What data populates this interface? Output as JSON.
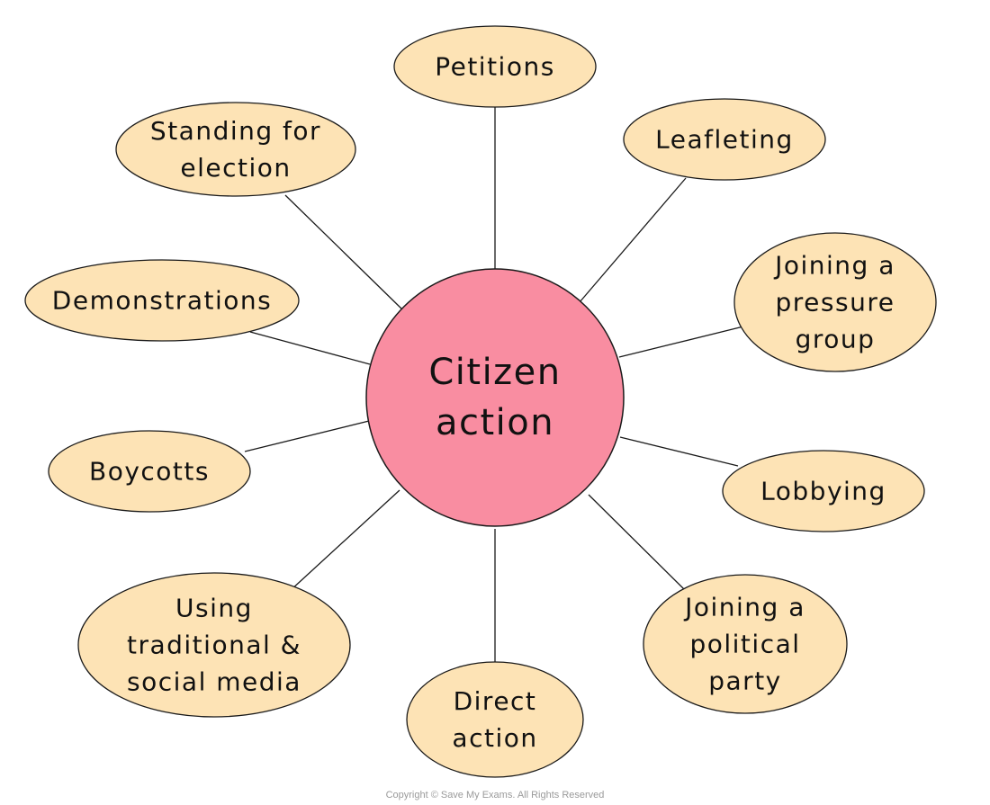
{
  "center": {
    "lines": [
      "Citizen",
      "action"
    ]
  },
  "nodes": [
    {
      "id": "petitions",
      "lines": [
        "Petitions"
      ]
    },
    {
      "id": "leafleting",
      "lines": [
        "Leafleting"
      ]
    },
    {
      "id": "joining-pressure-group",
      "lines": [
        "Joining a",
        "pressure",
        "group"
      ]
    },
    {
      "id": "lobbying",
      "lines": [
        "Lobbying"
      ]
    },
    {
      "id": "joining-political-party",
      "lines": [
        "Joining a",
        "political",
        "party"
      ]
    },
    {
      "id": "direct-action",
      "lines": [
        "Direct",
        "action"
      ]
    },
    {
      "id": "using-media",
      "lines": [
        "Using",
        "traditional &",
        "social media"
      ]
    },
    {
      "id": "boycotts",
      "lines": [
        "Boycotts"
      ]
    },
    {
      "id": "demonstrations",
      "lines": [
        "Demonstrations"
      ]
    },
    {
      "id": "standing-for-election",
      "lines": [
        "Standing for",
        "election"
      ]
    }
  ],
  "colors": {
    "center_fill": "#f98da1",
    "node_fill": "#fde3b5",
    "stroke": "#1a1a1a"
  },
  "footer": {
    "copyright": "Copyright © Save My Exams. All Rights Reserved"
  }
}
